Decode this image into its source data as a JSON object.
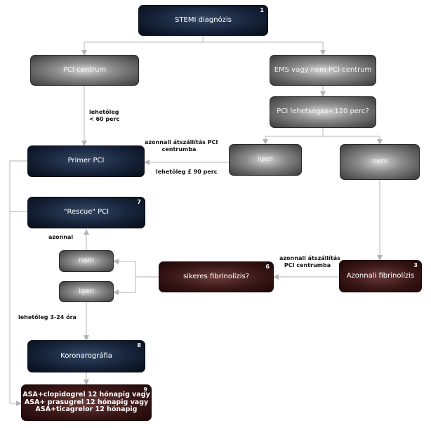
{
  "nodes": {
    "n1": {
      "text": "STEMI diagnózis",
      "num": "1"
    },
    "pci_centrum": {
      "text": "PCI centrum"
    },
    "ems": {
      "text": "EMS vagy nem PCI centrum"
    },
    "pci_lehet": {
      "text": "PCI lehetséges<120 perc?"
    },
    "igen1": {
      "text": "igen"
    },
    "nem1": {
      "text": "nem"
    },
    "primer": {
      "text": "Primer PCI"
    },
    "rescue": {
      "text": "\"Rescue\" PCI",
      "num": "7"
    },
    "nem2": {
      "text": "nem"
    },
    "igen2": {
      "text": "igen"
    },
    "sikeres": {
      "text": "sikeres fibrinolízis?",
      "num": "6"
    },
    "azonnali_fib": {
      "text": "Azonnali fibrinolízis",
      "num": "3"
    },
    "koronar": {
      "text": "Koronarográfia",
      "num": "8"
    },
    "final": {
      "line1": "ASA+clopidogrel 12 hónapig vagy",
      "line2": "ASA+ prasugrel 12 hónapig vagy",
      "line3": "ASA+ticagrelor 12 hónapig",
      "num": "9"
    }
  },
  "labels": {
    "lehetoleg60_a": "lehetőleg",
    "lehetoleg60_b": "< 60   perc",
    "azonnali1_a": "azonnali   átszállítás   PCI",
    "azonnali1_b": "centrumba",
    "lehetoleg90": "lehetőleg   £  90   perc",
    "azonnal": "azonnal",
    "azonnali2_a": "azonnali  átszállítás",
    "azonnali2_b": "PCI   centrumba",
    "lehetoleg324": "lehetőleg   3-24   óra"
  }
}
